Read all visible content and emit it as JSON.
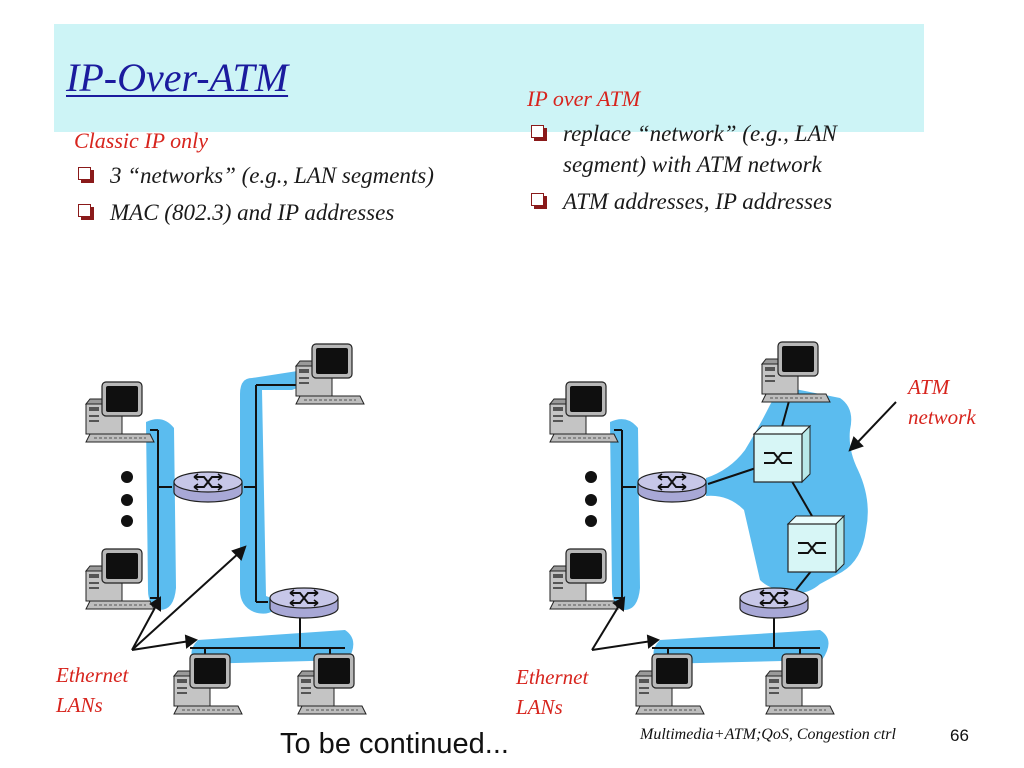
{
  "slide": {
    "title": "IP-Over-ATM",
    "continued": "To be continued...",
    "footer": "Multimedia+ATM;QoS, Congestion ctrl",
    "page_number": "66"
  },
  "left": {
    "heading": "Classic IP only",
    "bullets": [
      "3 “networks” (e.g., LAN segments)",
      "MAC (802.3) and IP addresses"
    ]
  },
  "right": {
    "heading": "IP over ATM",
    "bullets": [
      "replace “network” (e.g., LAN segment) with ATM network",
      "ATM addresses, IP addresses"
    ]
  },
  "diagram": {
    "left_label": [
      "Ethernet",
      "LANs"
    ],
    "right_label": [
      "Ethernet",
      "LANs"
    ],
    "atm_label": [
      "ATM",
      "network"
    ]
  },
  "colors": {
    "title": "#1b1b9e",
    "title_band": "#cdf4f6",
    "accent_red": "#d7241d",
    "lan_blue": "#5bbcef",
    "router_fill": "#c7c7e8",
    "atm_switch_fill": "#d7f6f6"
  },
  "icons": [
    "computer-icon",
    "router-icon",
    "atm-switch-icon",
    "bullet-square-icon"
  ]
}
